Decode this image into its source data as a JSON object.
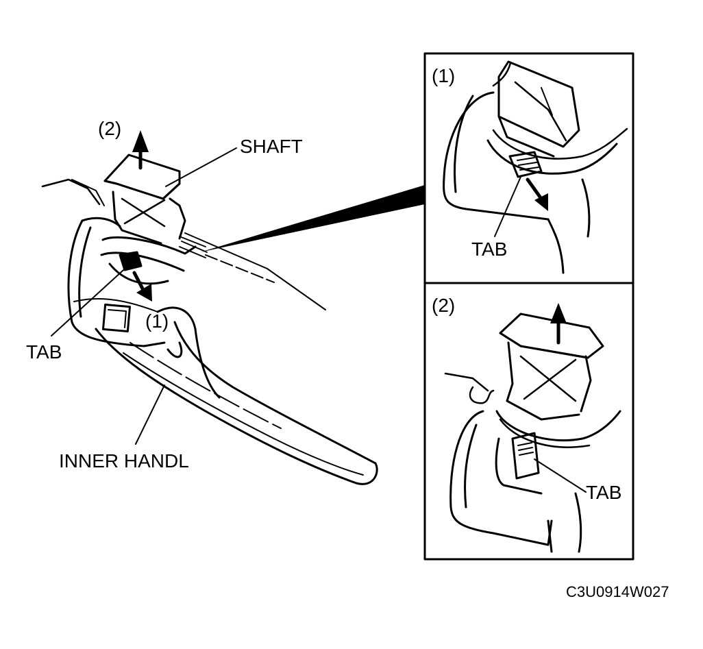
{
  "labels": {
    "step2_main": "(2)",
    "shaft": "SHAFT",
    "tab_main": "TAB",
    "step1_main": "(1)",
    "inner_handle": "INNER HANDL",
    "inset1_step": "(1)",
    "inset1_tab": "TAB",
    "inset2_step": "(2)",
    "inset2_tab": "TAB",
    "figure_code": "C3U0914W027"
  },
  "colors": {
    "ink": "#000000",
    "paper": "#ffffff"
  }
}
